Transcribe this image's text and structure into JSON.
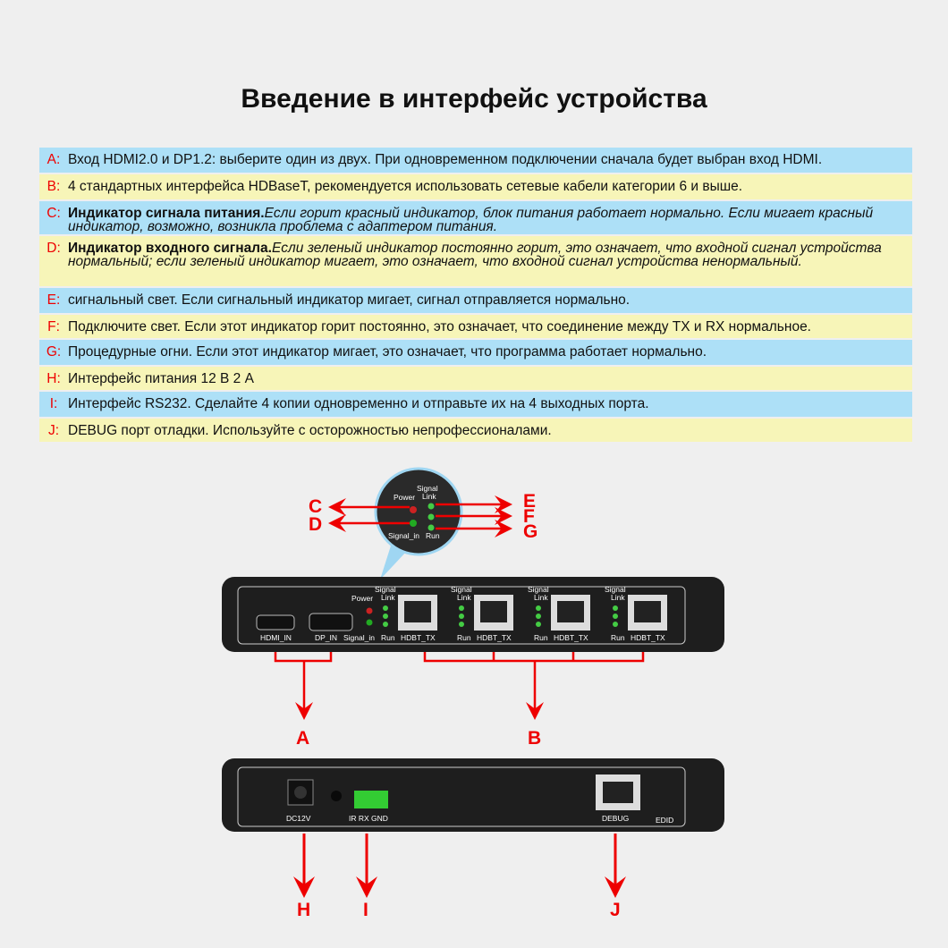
{
  "title": "Введение в интерфейс устройства",
  "items": [
    {
      "key": "A:",
      "bold": "",
      "text": "Вход HDMI2.0 и DP1.2: выберите один из двух. При одновременном подключении сначала будет выбран вход HDMI."
    },
    {
      "key": "B:",
      "bold": "",
      "text": "4 стандартных интерфейса HDBaseT, рекомендуется использовать сетевые кабели категории 6 и выше."
    },
    {
      "key": "C:",
      "bold": "Индикатор сигнала питания.",
      "text": "Если горит красный индикатор, блок питания работает нормально. Если мигает красный индикатор, возможно, возникла проблема с адаптером питания."
    },
    {
      "key": "D:",
      "bold": "Индикатор входного сигнала.",
      "text": "Если зеленый индикатор постоянно горит, это означает, что входной сигнал устройства нормальный; если зеленый индикатор мигает, это означает, что входной сигнал устройства ненормальный."
    },
    {
      "key": "E:",
      "bold": "",
      "text": "сигнальный свет. Если сигнальный индикатор мигает, сигнал отправляется нормально."
    },
    {
      "key": "F:",
      "bold": "",
      "text": "Подключите свет. Если этот индикатор горит постоянно, это означает, что соединение между TX и RX нормальное."
    },
    {
      "key": "G:",
      "bold": "",
      "text": "Процедурные огни. Если этот индикатор мигает, это означает, что программа работает нормально."
    },
    {
      "key": "H:",
      "bold": "",
      "text": "Интерфейс питания 12 В 2 А"
    },
    {
      "key": "I:",
      "bold": "",
      "text": "Интерфейс RS232. Сделайте 4 копии одновременно и отправьте их на 4 выходных порта."
    },
    {
      "key": "J:",
      "bold": "",
      "text": "DEBUG порт отладки. Используйте с осторожностью непрофессионалами."
    }
  ],
  "callouts": {
    "A": "A",
    "B": "B",
    "C": "C",
    "D": "D",
    "E": "E",
    "F": "F",
    "G": "G",
    "H": "H",
    "I": "I",
    "J": "J"
  },
  "front": {
    "hdmi": "HDMI_IN",
    "dp": "DP_IN",
    "signal_in": "Signal_in",
    "power": "Power",
    "signal": "Signal",
    "link": "Link",
    "run": "Run",
    "hdbt": "HDBT_TX"
  },
  "back": {
    "dc": "DC12V",
    "rs232": "IR RX GND",
    "debug": "DEBUG",
    "edid": "EDID"
  }
}
